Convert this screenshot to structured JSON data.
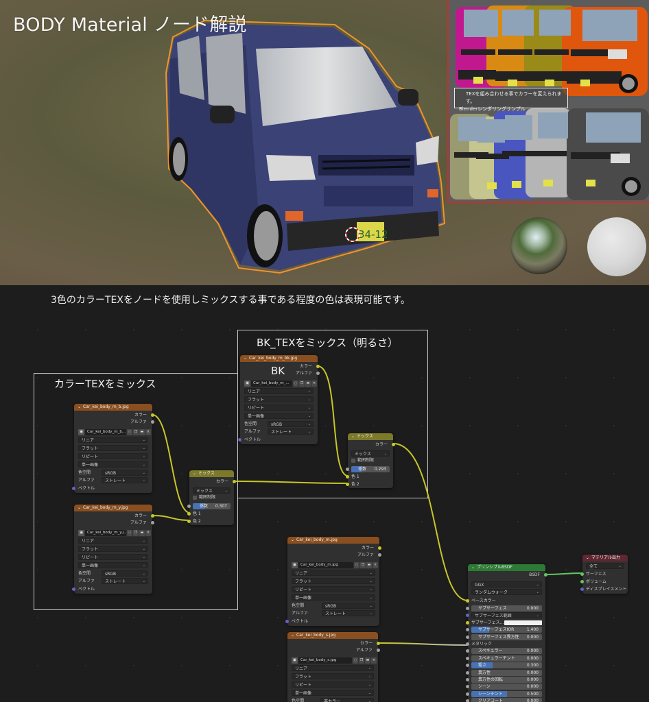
{
  "render": {
    "title": "BODY Material ノード解説",
    "sample_panel": {
      "caption_line1": "TEXを組み合わせる事でカラーを変えられます。",
      "caption_line2": "Blenderレンダリングサンプル",
      "car_colors_top": [
        "#c2188f",
        "#d98a12",
        "#9a8b18",
        "#e0560d"
      ],
      "car_colors_bottom": [
        "#9a9a70",
        "#c5c590",
        "#4a56c0",
        "#b5b5b5",
        "#4a4a4a"
      ]
    },
    "main_car": {
      "body_color": "#3a4276",
      "outline_color": "#f0932b",
      "plate_text": "34-12"
    },
    "spheres": [
      "hdri-chrome-sphere",
      "matte-white-sphere"
    ]
  },
  "editor": {
    "subtitle": "3色のカラーTEXをノードを使用しミックスする事である程度の色は表現可能です。",
    "frames": {
      "color_mix": {
        "label": "カラーTEXをミックス"
      },
      "bk_mix": {
        "label": "BK_TEXをミックス（明るさ）"
      }
    },
    "common": {
      "out_color": "カラー",
      "out_alpha": "アルファ",
      "interp": "リニア",
      "projection": "フラット",
      "extension": "リピート",
      "source": "単一画像",
      "colorspace_label": "色空間",
      "alpha_label": "アルファ",
      "alpha_value": "ストレート",
      "vector": "ベクトル",
      "srgb": "sRGB"
    },
    "nodes": {
      "tex_b": {
        "title": "Car_kei_body_m_b.jpg",
        "image": "Car_kei_body_m_b..."
      },
      "tex_y": {
        "title": "Car_kei_body_m_y.jpg",
        "image": "Car_kei_body_m_y.j..."
      },
      "tex_bk": {
        "title": "Car_kei_body_m_bk.jpg",
        "image": "Car_kei_body_m_...",
        "big_label": "BK"
      },
      "tex_m": {
        "title": "Car_kei_body_m.jpg",
        "image": "Car_kei_body_m.jpg"
      },
      "tex_s": {
        "title": "Car_kei_body_s.jpg",
        "image": "Car_kei_body_s.jpg",
        "colorspace": "非カラー"
      },
      "mix1": {
        "title": "ミックス",
        "out": "カラー",
        "mode": "ミックス",
        "clamp": "範囲制限",
        "factor_label": "係数",
        "factor": "0.307",
        "factor_pct": 30.7,
        "in1": "色 1",
        "in2": "色 2"
      },
      "mix2": {
        "title": "ミックス",
        "out": "カラー",
        "mode": "ミックス",
        "clamp": "範囲制限",
        "factor_label": "係数",
        "factor": "0.293",
        "factor_pct": 29.3,
        "in1": "色 1",
        "in2": "色 2"
      },
      "bsdf": {
        "title": "プリンシプルBSDF",
        "out": "BSDF",
        "distribution": "GGX",
        "sss_method": "ランダムウォーク",
        "base_color": "ベースカラー",
        "rows": [
          {
            "label": "サブサーフェス",
            "value": "0.000",
            "pct": 0
          },
          {
            "label": "サブサーフェス範囲",
            "value": "",
            "type": "dropdown"
          },
          {
            "label": "サブサーフェス...",
            "value": "",
            "type": "color"
          },
          {
            "label": "サブサーフェスIOR",
            "value": "1.400",
            "pct": 25
          },
          {
            "label": "サブサーフェス異方性",
            "value": "0.000",
            "pct": 0
          },
          {
            "label": "メタリック",
            "value": "",
            "type": "plain"
          },
          {
            "label": "スペキュラー",
            "value": "0.000",
            "pct": 0
          },
          {
            "label": "スペキュラーチント",
            "value": "0.000",
            "pct": 0
          },
          {
            "label": "粗さ",
            "value": "0.300",
            "pct": 30
          },
          {
            "label": "異方性",
            "value": "0.000",
            "pct": 0
          },
          {
            "label": "異方性の回転",
            "value": "0.000",
            "pct": 0
          },
          {
            "label": "シーン",
            "value": "0.000",
            "pct": 0
          },
          {
            "label": "シーンチント",
            "value": "0.500",
            "pct": 50
          },
          {
            "label": "クリアコート",
            "value": "0.000",
            "pct": 0
          }
        ]
      },
      "output": {
        "title": "マテリアル出力",
        "target": "全て",
        "inputs": [
          "サーフェス",
          "ボリューム",
          "ディスプレイスメント"
        ]
      }
    },
    "colors": {
      "link_color": "#c7c729",
      "link_gray": "#a1a1a1",
      "link_shader": "#63c763",
      "frame_border": "#cfcfcf"
    }
  }
}
